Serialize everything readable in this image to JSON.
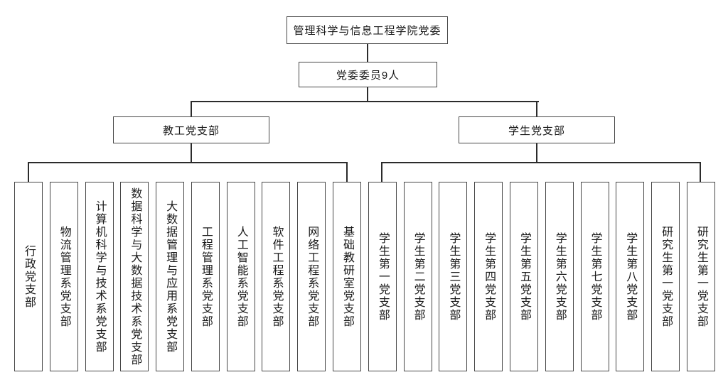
{
  "colors": {
    "background": "#ffffff",
    "box_border": "#474747",
    "connector_line": "#2b2b2b",
    "text": "#1a1a1a"
  },
  "chart": {
    "type": "org-chart",
    "root": "管理科学与信息工程学院党委",
    "committee": "党委委员9人",
    "branches": [
      {
        "label": "教工党支部",
        "children": [
          "行政党支部",
          "物流管理系党支部",
          "计算机科学与技术系党支部",
          "数据科学与大数据技术系党支部",
          "大数据管理与应用系党支部",
          "工程管理系党支部",
          "人工智能系党支部",
          "软件工程系党支部",
          "网络工程系党支部",
          "基础教研室党支部"
        ]
      },
      {
        "label": "学生党支部",
        "children": [
          "学生第一党支部",
          "学生第二党支部",
          "学生第三党支部",
          "学生第四党支部",
          "学生第五党支部",
          "学生第六党支部",
          "学生第七党支部",
          "学生第八党支部",
          "研究生第一党支部",
          "研究生第一党支部"
        ]
      }
    ]
  }
}
